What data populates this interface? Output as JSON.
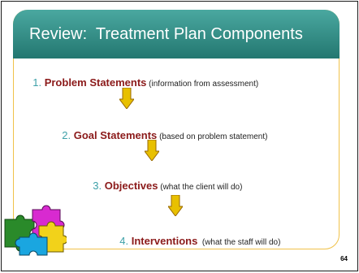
{
  "slide": {
    "title": "Review:  Treatment Plan Components",
    "page_number": "64",
    "items": [
      {
        "number": "1. ",
        "keyword": "Problem Statements",
        "note": " (information from assessment)"
      },
      {
        "number": "2. ",
        "keyword": "Goal Statements",
        "note": " (based on problem statement)"
      },
      {
        "number": "3. ",
        "keyword": "Objectives",
        "note": " (what the client will do)"
      },
      {
        "number": "4. ",
        "keyword": "Interventions",
        "note": "  (what the staff will do)"
      }
    ]
  },
  "colors": {
    "title_bg": "#237770",
    "frame": "#f0c24a",
    "number": "#3da0a8",
    "keyword": "#8b1a1a",
    "arrow": "#e8c000"
  },
  "icons": [
    "down-arrow-icon",
    "puzzle-pieces-icon"
  ]
}
